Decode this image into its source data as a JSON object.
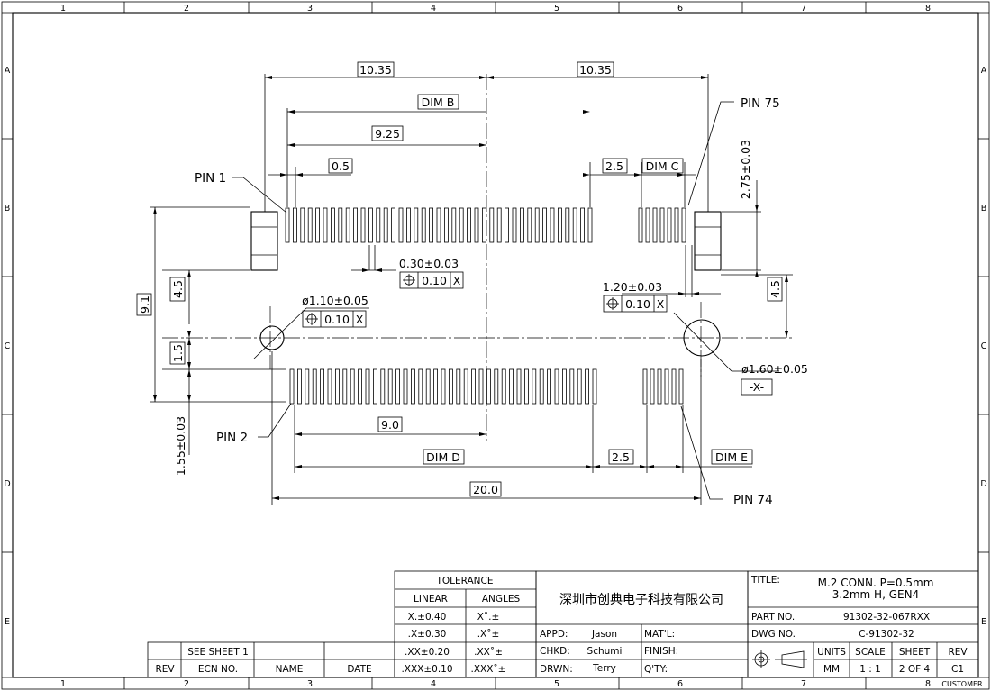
{
  "zones": {
    "columns": [
      "1",
      "2",
      "3",
      "4",
      "5",
      "6",
      "7",
      "8"
    ],
    "rows": [
      "A",
      "B",
      "C",
      "D",
      "E"
    ]
  },
  "dimensions": {
    "d_10_35_left": "10.35",
    "d_10_35_right": "10.35",
    "dim_b": "DIM B",
    "d_9_25": "9.25",
    "d_0_5": "0.5",
    "d_2_5_top": "2.5",
    "dim_c": "DIM C",
    "d_2_75": "2.75±0.03",
    "d_0_30": "0.30±0.03",
    "fcf_0_30_tol": "0.10",
    "fcf_0_30_datum": "X",
    "d_9_1": "9.1",
    "d_4_5_left": "4.5",
    "d_1_5": "1.5",
    "hole_left": "ø1.10±0.05",
    "fcf_hole_tol": "0.10",
    "fcf_hole_datum": "X",
    "d_1_20": "1.20±0.03",
    "fcf_1_20_tol": "0.10",
    "fcf_1_20_datum": "X",
    "d_4_5_right": "4.5",
    "hole_right": "ø1.60±0.05",
    "datum_x": "-X-",
    "d_1_55": "1.55±0.03",
    "d_9_0": "9.0",
    "dim_d": "DIM D",
    "d_2_5_bottom": "2.5",
    "dim_e": "DIM E",
    "d_20_0": "20.0"
  },
  "pins": {
    "pin1": "PIN  1",
    "pin2": "PIN  2",
    "pin75": "PIN  75",
    "pin74": "PIN  74"
  },
  "tolerance": {
    "header": "TOLERANCE",
    "linear": "LINEAR",
    "angles": "ANGLES",
    "rows": [
      {
        "linear": "X.±0.40",
        "angle": "X˚.±"
      },
      {
        "linear": ".X±0.30",
        "angle": ".X˚±"
      },
      {
        "linear": ".XX±0.20",
        "angle": ".XX˚±"
      },
      {
        "linear": ".XXX±0.10",
        "angle": ".XXX˚±"
      }
    ]
  },
  "company": "深圳市创典电子科技有限公司",
  "approvals": {
    "appd_label": "APPD:",
    "appd_name": "Jason",
    "chkd_label": "CHKD:",
    "chkd_name": "Schumi",
    "drwn_label": "DRWN:",
    "drwn_name": "Terry",
    "matl": "MAT'L:",
    "finish": "FINISH:",
    "qty": "Q'TY:"
  },
  "revision": {
    "see_sheet": "SEE SHEET 1",
    "rev": "REV",
    "ecn": "ECN NO.",
    "name": "NAME",
    "date": "DATE"
  },
  "title_block": {
    "title_label": "TITLE:",
    "title_line1": "M.2  CONN.  P=0.5mm",
    "title_line2": "3.2mm  H,  GEN4",
    "part_label": "PART  NO.",
    "part_no": "91302-32-067RXX",
    "dwg_label": "DWG  NO.",
    "dwg_no": "C-91302-32",
    "units_label": "UNITS",
    "units": "MM",
    "scale_label": "SCALE",
    "scale": "1  :  1",
    "sheet_label": "SHEET",
    "sheet": "2  OF  4",
    "rev_label": "REV",
    "rev": "C1",
    "customer": "CUSTOMER"
  }
}
